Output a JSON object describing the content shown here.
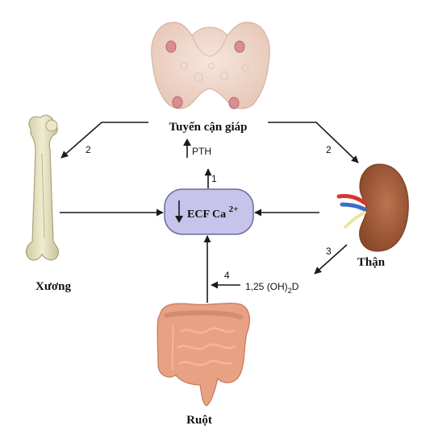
{
  "labels": {
    "thyroid": "Tuyến cận giáp",
    "bone": "Xương",
    "kidney": "Thận",
    "intestine": "Ruột",
    "pth": "PTH",
    "ecf": "ECF Ca",
    "ecf_sup": "2+",
    "vitd_main": "1,25 (OH)",
    "vitd_sub": "2",
    "vitd_end": "D"
  },
  "steps": {
    "one": "1",
    "two_left": "2",
    "two_right": "2",
    "three": "3",
    "four": "4"
  },
  "colors": {
    "ecf_fill": "#c6c4ea",
    "ecf_stroke": "#6f6a9c",
    "thyroid": "#f0d8cd",
    "thyroid_nodule": "#d98f92",
    "bone": "#e6e2bf",
    "kidney": "#a8613c",
    "intestine": "#e9a184",
    "arrow": "#1a1a1a"
  },
  "icons": {
    "down_arrow": "down-arrow-icon",
    "up_arrow": "up-arrow-icon"
  }
}
